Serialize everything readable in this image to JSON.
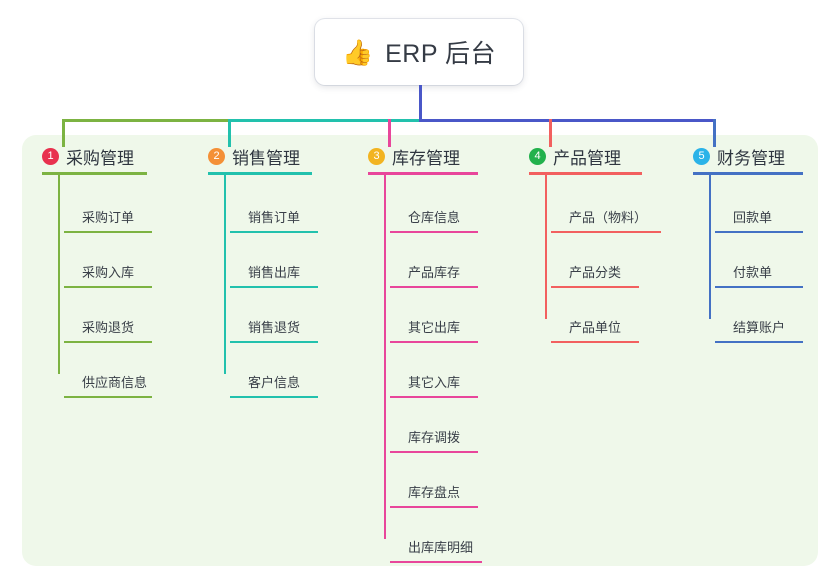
{
  "diagram": {
    "type": "mindmap-tree",
    "root": {
      "icon": "thumbs-up-icon",
      "emoji": "👍",
      "label": "ERP 后台"
    },
    "panel_color": "#eff8ea",
    "columns": [
      {
        "index": "1",
        "title": "采购管理",
        "badge_color": "#e8314e",
        "line_color": "#7cb342",
        "children": [
          "采购订单",
          "采购入库",
          "采购退货",
          "供应商信息"
        ]
      },
      {
        "index": "2",
        "title": "销售管理",
        "badge_color": "#f49037",
        "line_color": "#22c1ad",
        "children": [
          "销售订单",
          "销售出库",
          "销售退货",
          "客户信息"
        ]
      },
      {
        "index": "3",
        "title": "库存管理",
        "badge_color": "#f2b421",
        "line_color": "#e8469b",
        "children": [
          "仓库信息",
          "产品库存",
          "其它出库",
          "其它入库",
          "库存调拨",
          "库存盘点",
          "出库库明细"
        ]
      },
      {
        "index": "4",
        "title": "产品管理",
        "badge_color": "#22b14c",
        "line_color": "#f2605f",
        "children": [
          "产品（物料）",
          "产品分类",
          "产品单位"
        ]
      },
      {
        "index": "5",
        "title": "财务管理",
        "badge_color": "#2bb3e8",
        "line_color": "#4471c4",
        "children": [
          "回款单",
          "付款单",
          "结算账户"
        ]
      }
    ],
    "connectors": {
      "root_stem_color": "#4a57c8",
      "bar_segment_1_color": "#7cb342",
      "bar_segment_2_color": "#22c1ad",
      "bar_segment_3_color": "#4a57c8"
    }
  }
}
